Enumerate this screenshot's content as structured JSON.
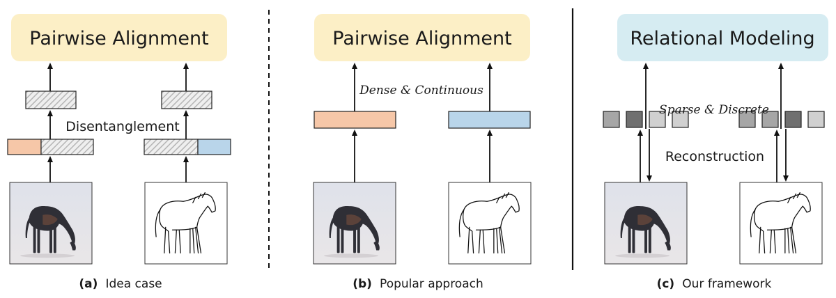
{
  "panels": {
    "a": {
      "header": "Pairwise Alignment",
      "mid_label": "Disentanglement",
      "caption_tag": "(a)",
      "caption_text": "Idea case"
    },
    "b": {
      "header": "Pairwise Alignment",
      "mid_label": "Dense & Continuous",
      "caption_tag": "(b)",
      "caption_text": "Popular approach"
    },
    "c": {
      "header": "Relational Modeling",
      "mid_label_top": "Sparse & Discrete",
      "mid_label_bottom": "Reconstruction",
      "caption_tag": "(c)",
      "caption_text": "Our framework"
    }
  },
  "colors": {
    "header_yellow": "#fcefc6",
    "header_blue": "#d6ecf2",
    "feature_orange": "#f6c7a8",
    "feature_blue": "#b9d5ea",
    "hatch_gray": "#c8c8c8",
    "token_light": "#d0d0d0",
    "token_mid": "#a6a6a6",
    "token_dark": "#707070"
  },
  "icons": [
    "horse-photo",
    "horse-sketch"
  ]
}
